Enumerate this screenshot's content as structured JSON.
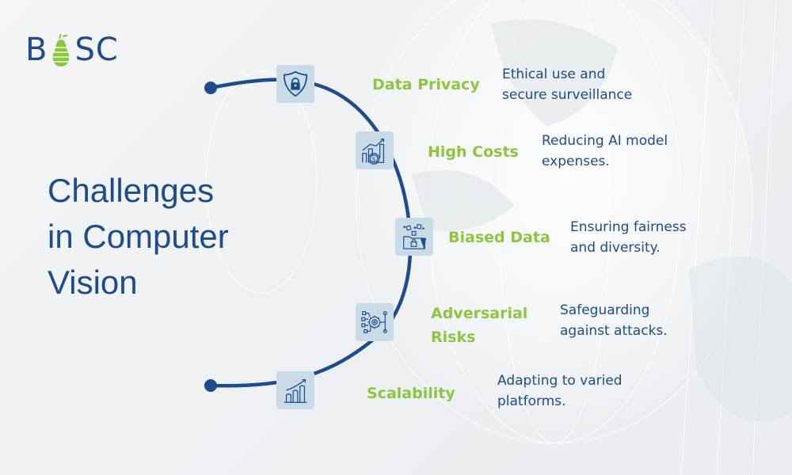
{
  "brand": {
    "logo_text_left": "B",
    "logo_text_right": "SC",
    "logo_icon": "pear-icon",
    "colors": {
      "navy": "#1e4b8c",
      "green": "#8cc63f",
      "icon_bg": "#c9dbe6"
    }
  },
  "title": {
    "line1": "Challenges",
    "line2": "in Computer",
    "line3": "Vision"
  },
  "challenges": [
    {
      "icon": "shield-lock-icon",
      "label": "Data Privacy",
      "desc_line1": "Ethical use and",
      "desc_line2": "secure surveillance"
    },
    {
      "icon": "cost-growth-icon",
      "label": "High Costs",
      "desc_line1": "Reducing AI model",
      "desc_line2": "expenses."
    },
    {
      "icon": "data-folder-icon",
      "label": "Biased Data",
      "desc_line1": "Ensuring fairness",
      "desc_line2": "and diversity."
    },
    {
      "icon": "gear-network-icon",
      "label_line1": "Adversarial",
      "label_line2": "Risks",
      "desc_line1": "Safeguarding",
      "desc_line2": "against attacks."
    },
    {
      "icon": "bar-chart-growth-icon",
      "label": "Scalability",
      "desc_line1": "Adapting to varied",
      "desc_line2": "platforms."
    }
  ]
}
